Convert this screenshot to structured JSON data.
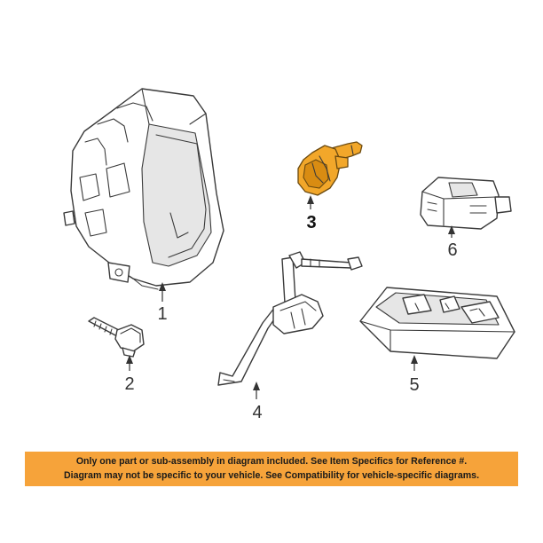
{
  "callouts": [
    {
      "number": "1"
    },
    {
      "number": "2"
    },
    {
      "number": "3"
    },
    {
      "number": "4"
    },
    {
      "number": "5"
    },
    {
      "number": "6"
    }
  ],
  "colors": {
    "highlight": "#f2a72a",
    "banner_background": "#f6a33a"
  },
  "banner": {
    "line1": "Only one part or sub-assembly in diagram included. See Item Specifics for Reference #.",
    "line2": "Diagram may not be specific to your vehicle. See Compatibility for vehicle-specific diagrams."
  }
}
